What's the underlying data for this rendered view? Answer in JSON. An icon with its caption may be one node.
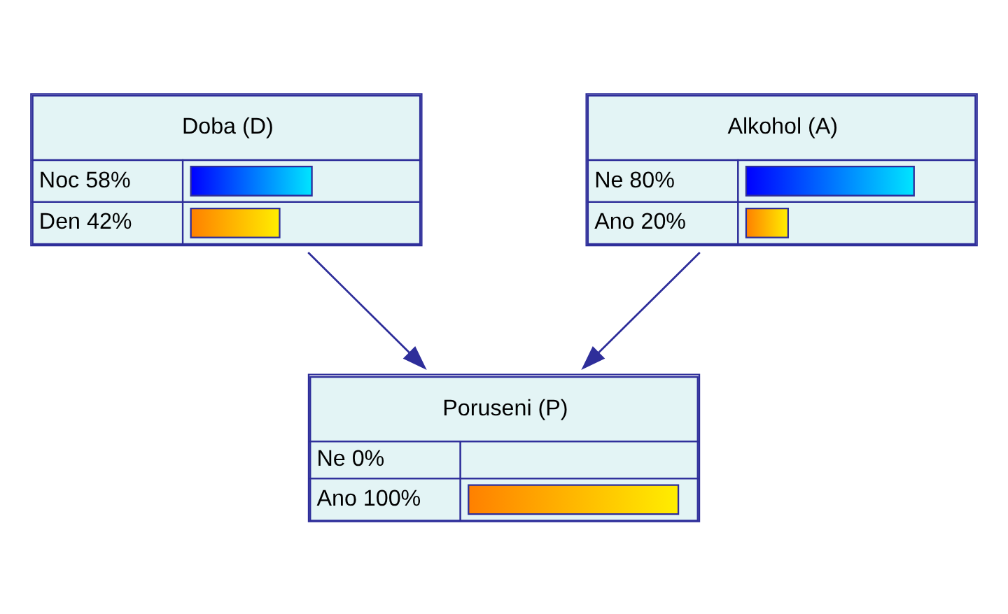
{
  "diagram": {
    "nodes": [
      {
        "text": [
          "Doba (D)",
          "Noc 58%",
          "Den 42%"
        ]
      },
      {
        "text": [
          "Alkohol (A)",
          "Ne 80%",
          "Ano 20%"
        ]
      },
      {
        "text": [
          "Poruseni (P)",
          "Ne 0%",
          "Ano 100%"
        ]
      }
    ],
    "edges": [
      {
        "from": 0,
        "to": 2,
        "arrow": "to"
      },
      {
        "from": 1,
        "to": 2,
        "arrow": "to"
      }
    ]
  }
}
